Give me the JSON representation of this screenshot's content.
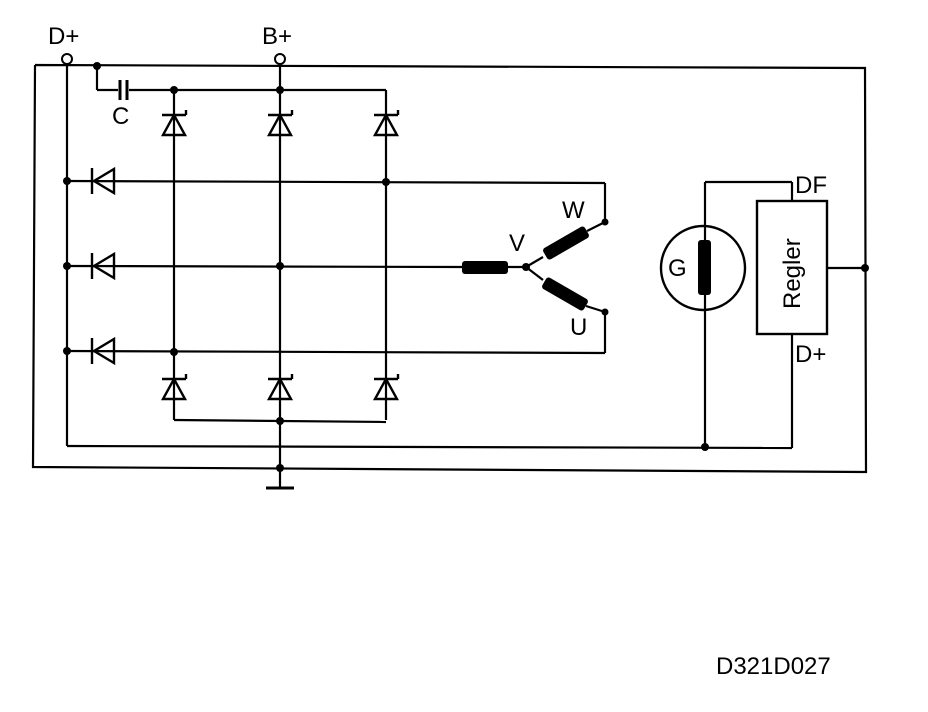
{
  "labels": {
    "d_plus_top": "D+",
    "b_plus": "B+",
    "capacitor": "C",
    "phase_w": "W",
    "phase_v": "V",
    "phase_u": "U",
    "generator": "G",
    "regulator": "Regler",
    "df": "DF",
    "d_plus_reg": "D+",
    "code": "D321D027"
  }
}
